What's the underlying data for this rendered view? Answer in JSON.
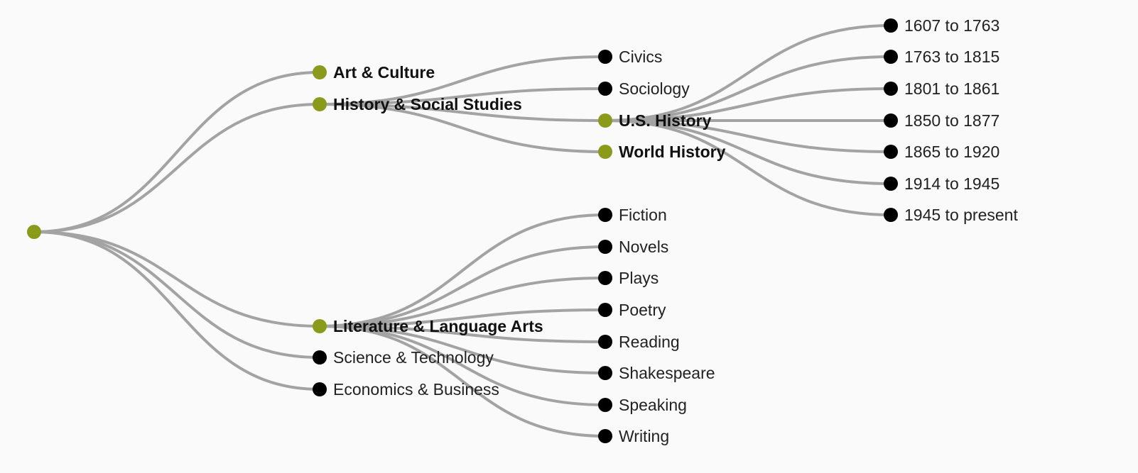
{
  "colors": {
    "background": "#fafafa",
    "link": "#a3a3a3",
    "expanded_node": "#8a9a1b",
    "leaf_node": "#000000"
  },
  "tree": {
    "label": "",
    "expanded": true,
    "children": [
      {
        "label": "Art & Culture",
        "expanded": true,
        "children": []
      },
      {
        "label": "History & Social Studies",
        "expanded": true,
        "children": [
          {
            "label": "Civics",
            "expanded": false
          },
          {
            "label": "Sociology",
            "expanded": false
          },
          {
            "label": "U.S. History",
            "expanded": true,
            "children": [
              {
                "label": "1607 to 1763",
                "expanded": false
              },
              {
                "label": "1763 to 1815",
                "expanded": false
              },
              {
                "label": "1801 to 1861",
                "expanded": false
              },
              {
                "label": "1850 to 1877",
                "expanded": false
              },
              {
                "label": "1865 to 1920",
                "expanded": false
              },
              {
                "label": "1914 to 1945",
                "expanded": false
              },
              {
                "label": "1945 to present",
                "expanded": false
              }
            ]
          },
          {
            "label": "World History",
            "expanded": true,
            "children": []
          }
        ]
      },
      {
        "label": "Literature & Language Arts",
        "expanded": true,
        "children": [
          {
            "label": "Fiction",
            "expanded": false
          },
          {
            "label": "Novels",
            "expanded": false
          },
          {
            "label": "Plays",
            "expanded": false
          },
          {
            "label": "Poetry",
            "expanded": false
          },
          {
            "label": "Reading",
            "expanded": false
          },
          {
            "label": "Shakespeare",
            "expanded": false
          },
          {
            "label": "Speaking",
            "expanded": false
          },
          {
            "label": "Writing",
            "expanded": false
          }
        ]
      },
      {
        "label": "Science & Technology",
        "expanded": false
      },
      {
        "label": "Economics & Business",
        "expanded": false
      }
    ]
  }
}
